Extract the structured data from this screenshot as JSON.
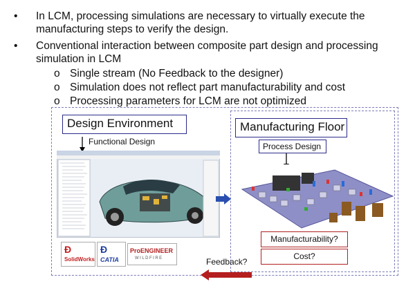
{
  "bullets": [
    {
      "marker": "•",
      "text": "In LCM, processing simulations are necessary to virtually execute the manufacturing steps to verify the design."
    },
    {
      "marker": "•",
      "text": "Conventional interaction between composite part design and processing simulation in LCM"
    }
  ],
  "sub_bullets": [
    {
      "marker": "o",
      "text": "Single stream (No Feedback to the designer)"
    },
    {
      "marker": "o",
      "text": "Simulation does not reflect part manufacturability and cost"
    },
    {
      "marker": "o",
      "text": "Processing parameters for LCM are not optimized"
    }
  ],
  "design": {
    "title": "Design Environment",
    "subtitle": "Functional Design",
    "logos": {
      "solidworks": "SolidWorks",
      "catia": "CATIA",
      "proengineer": "ProENGINEER",
      "proengineer_sub": "WILDFIRE"
    }
  },
  "manufacturing": {
    "title": "Manufacturing Floor",
    "process_label": "Process Design",
    "manufacturability_label": "Manufacturability?",
    "cost_label": "Cost?"
  },
  "feedback_label": "Feedback?",
  "colors": {
    "dashed_border": "#7a7ab8",
    "title_border": "#2a2a8a",
    "red_box": "#b02020",
    "arrow_blue": "#2a4fb0",
    "arrow_red": "#b51e1e"
  }
}
